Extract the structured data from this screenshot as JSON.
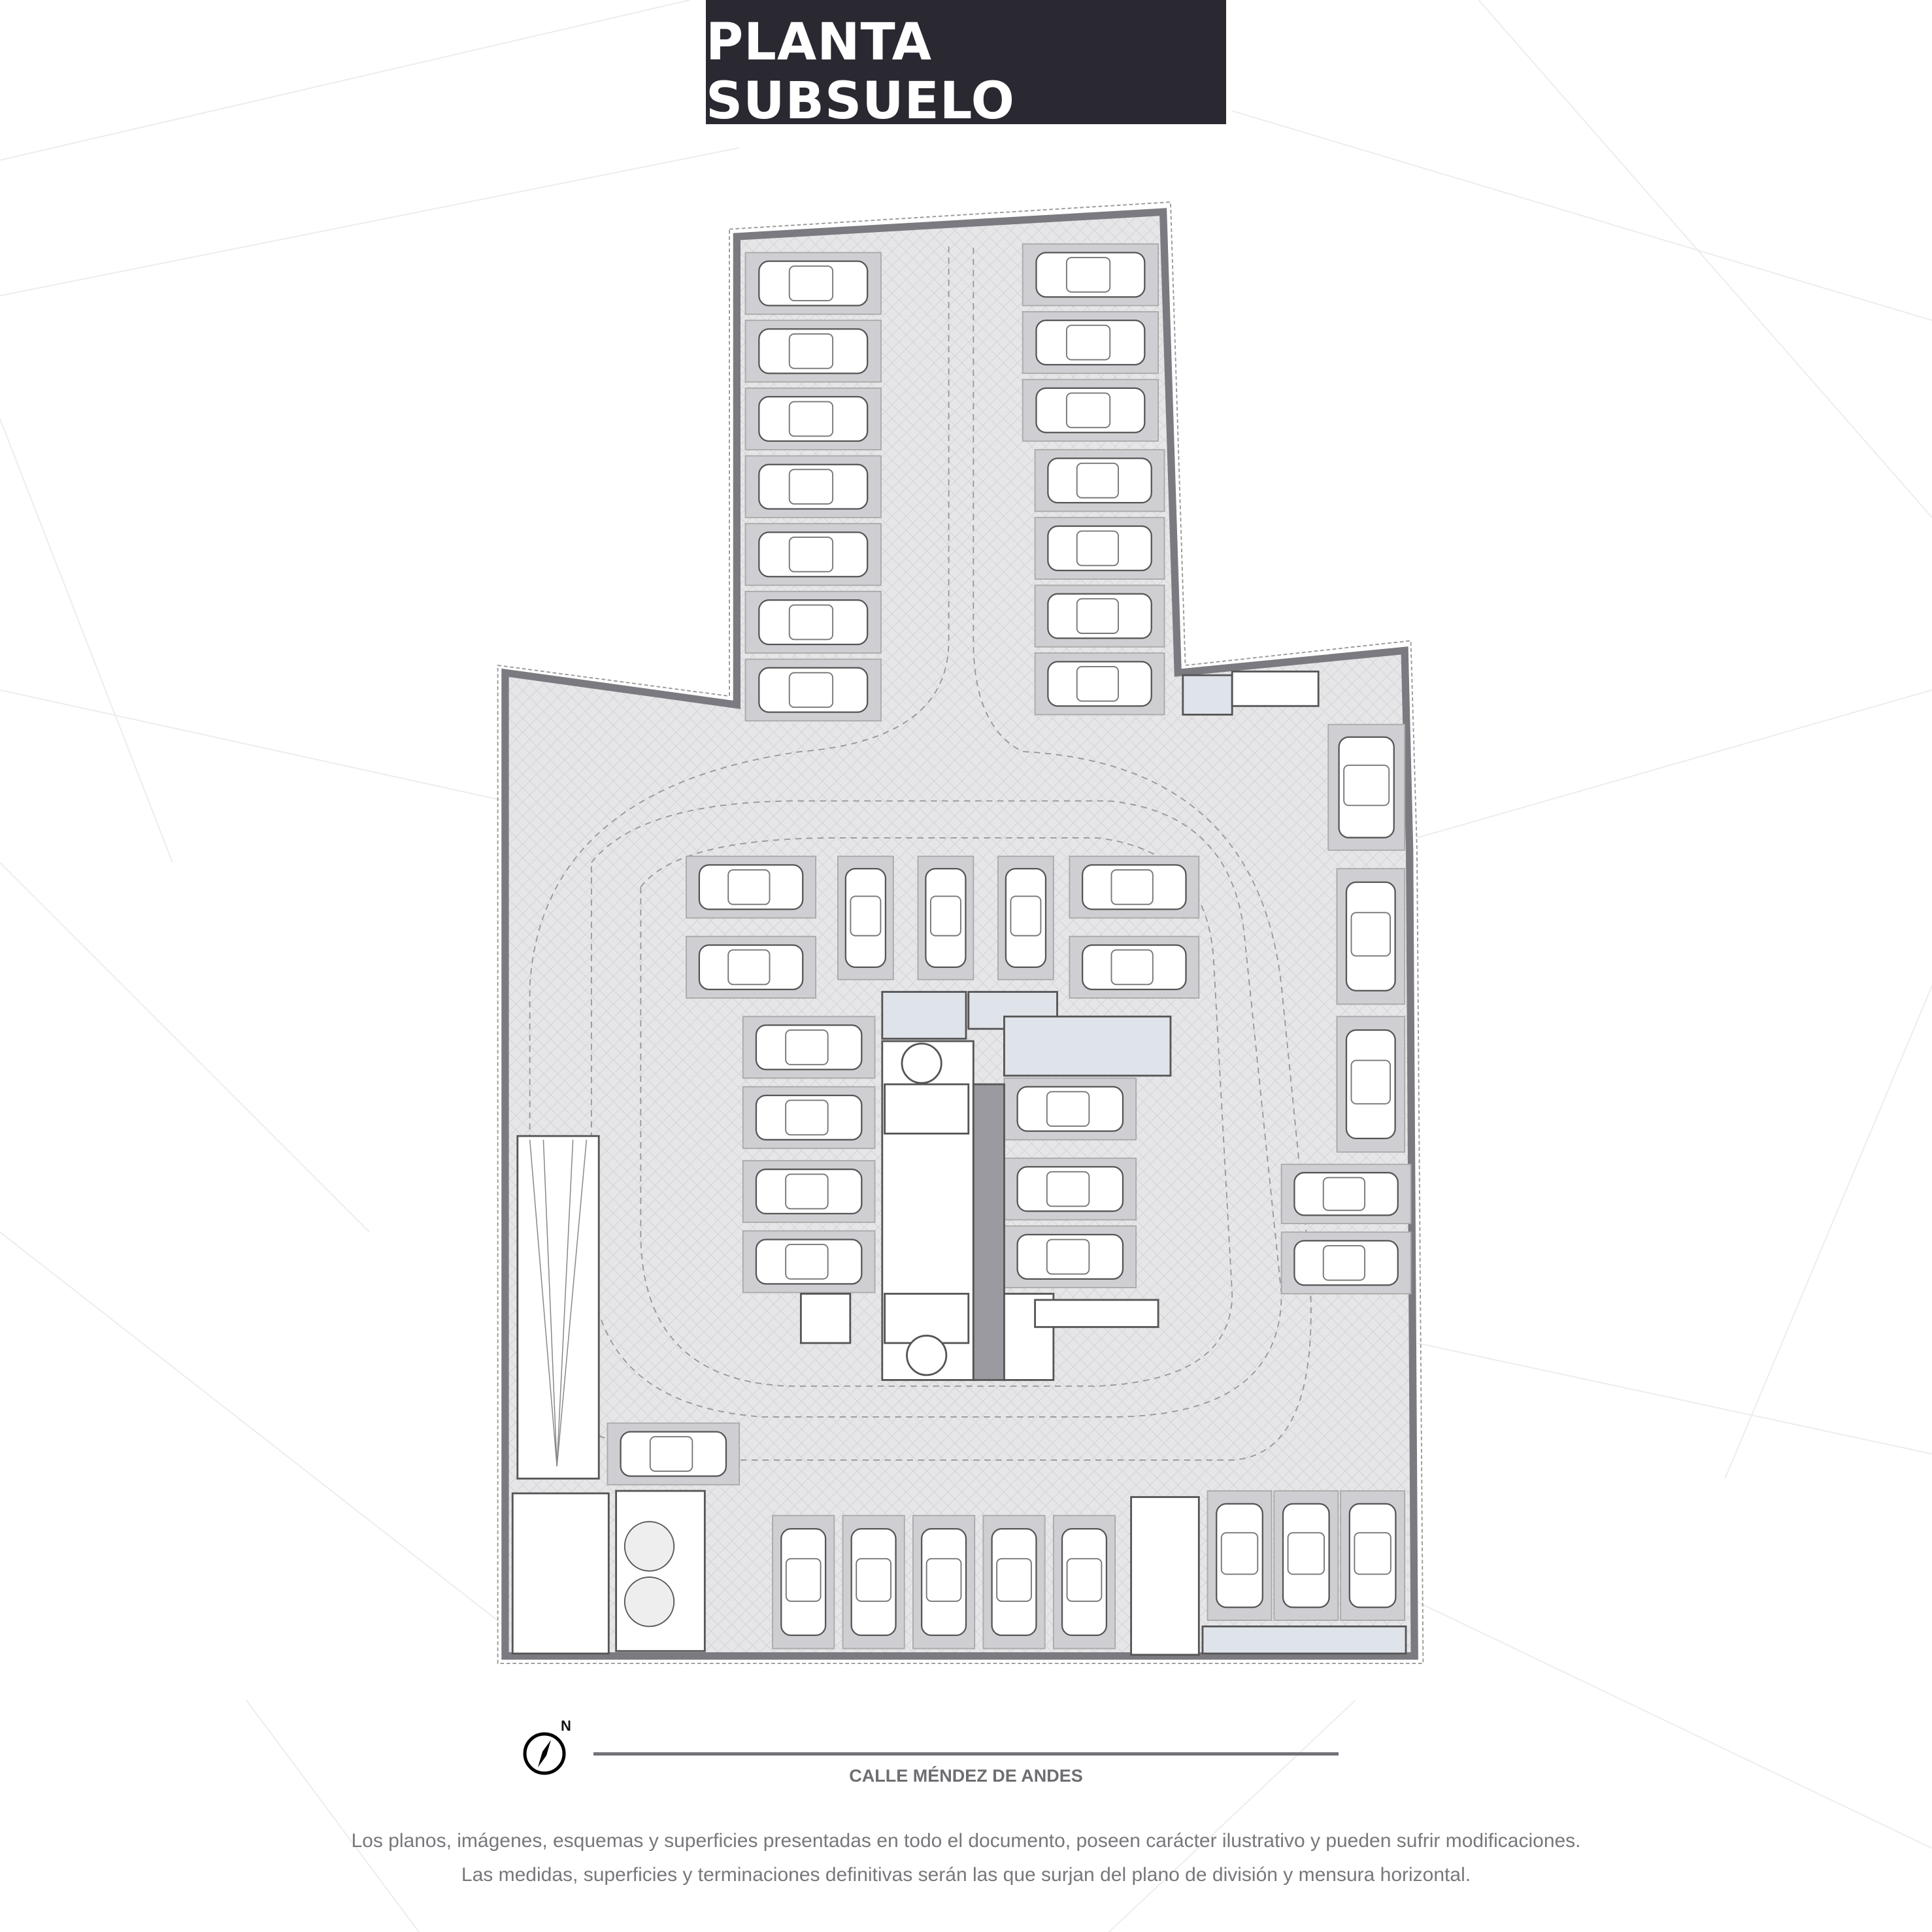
{
  "title": "PLANTA SUBSUELO",
  "compass": {
    "label": "N"
  },
  "street": "CALLE MÉNDEZ DE ANDES",
  "disclaimer": [
    "Los planos, imágenes, esquemas y superficies presentadas en todo el documento, poseen carácter ilustrativo y pueden sufrir modificaciones.",
    "Las medidas, superficies y terminaciones definitivas serán las que surjan del plano de división y mensura horizontal."
  ],
  "colors": {
    "title_bg": "#2a2931",
    "wall": "#7a7a80",
    "floor": "#e4e4e6",
    "room": "#dfe3ea"
  }
}
